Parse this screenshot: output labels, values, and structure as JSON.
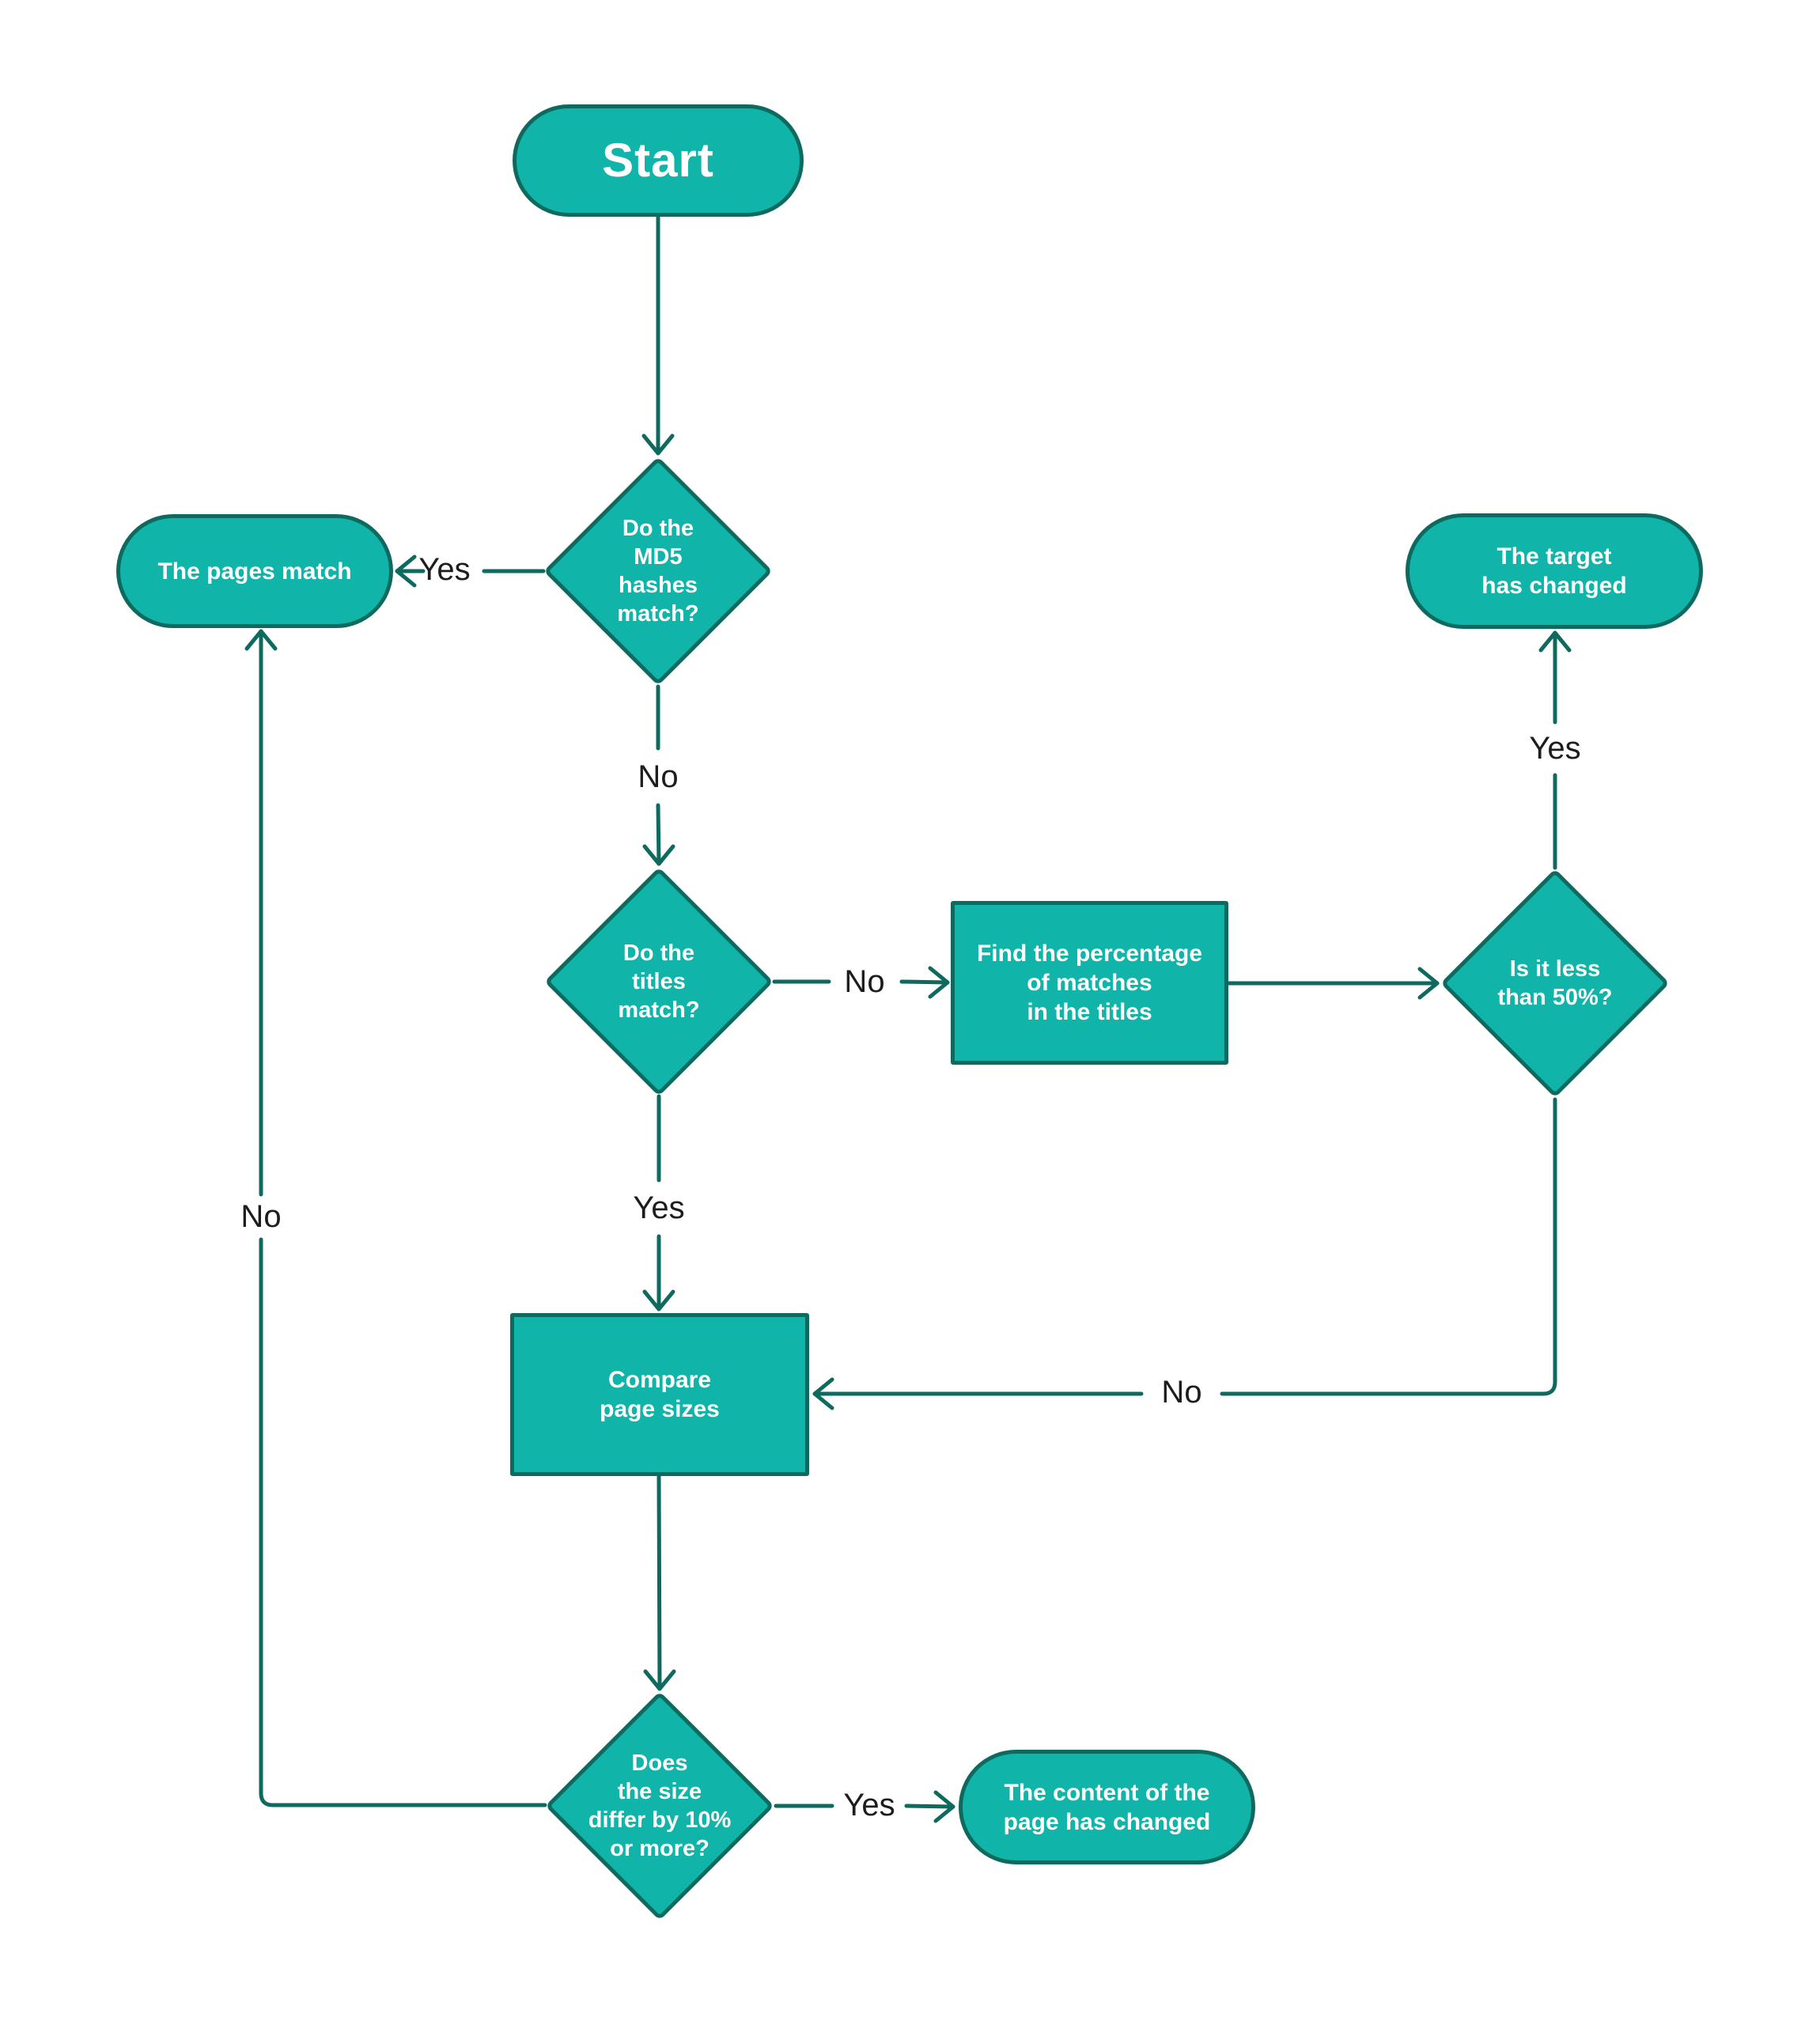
{
  "colors": {
    "node_fill": "#10b4a9",
    "node_border": "#0e6a5f",
    "connector": "#0e6a5f",
    "node_text": "#ffffff",
    "edge_label_text": "#1d1d1d",
    "background": "#ffffff"
  },
  "nodes": {
    "start": {
      "type": "terminal",
      "label": "Start"
    },
    "md5_match": {
      "type": "decision",
      "label": "Do the\nMD5\nhashes\nmatch?"
    },
    "pages_match": {
      "type": "terminal",
      "label": "The pages match"
    },
    "target_changed": {
      "type": "terminal",
      "label": "The target\nhas changed"
    },
    "titles_match": {
      "type": "decision",
      "label": "Do the\ntitles\nmatch?"
    },
    "find_percentage": {
      "type": "process",
      "label": "Find the percentage\nof matches\nin the titles"
    },
    "less_than_50": {
      "type": "decision",
      "label": "Is it less\nthan 50%?"
    },
    "compare_sizes": {
      "type": "process",
      "label": "Compare\npage sizes"
    },
    "size_differs": {
      "type": "decision",
      "label": "Does\nthe size\ndiffer by 10%\nor more?"
    },
    "content_changed": {
      "type": "terminal",
      "label": "The content of the\npage has changed"
    }
  },
  "edge_labels": {
    "md5_yes": "Yes",
    "md5_no": "No",
    "titles_no": "No",
    "titles_yes": "Yes",
    "less50_yes": "Yes",
    "less50_no": "No",
    "differ_no": "No",
    "differ_yes": "Yes"
  }
}
